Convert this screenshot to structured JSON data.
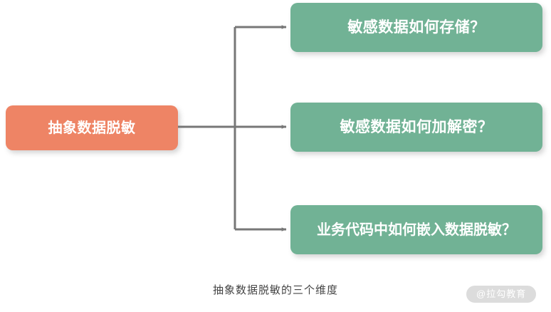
{
  "diagram": {
    "type": "flowchart",
    "caption": "抽象数据脱敏的三个维度",
    "colors": {
      "source_node": "#ee8465",
      "branch_node": "#71b295",
      "connector": "#777777",
      "background": "#ffffff",
      "caption_text": "#444444",
      "watermark_pill": "#dcdcdc"
    },
    "source_node": {
      "label": "抽象数据脱敏"
    },
    "branch_nodes": [
      {
        "label": "敏感数据如何存储？"
      },
      {
        "label": "敏感数据如何加解密？"
      },
      {
        "label": "业务代码中如何嵌入数据脱敏？"
      }
    ],
    "connectors": [
      {
        "name": "source-to-trunk",
        "arrow": false
      },
      {
        "name": "trunk-to-branch-0",
        "arrow": true
      },
      {
        "name": "trunk-to-branch-1",
        "arrow": true
      },
      {
        "name": "trunk-to-branch-2",
        "arrow": true
      }
    ]
  },
  "watermark": {
    "text": "@拉勾教育"
  }
}
